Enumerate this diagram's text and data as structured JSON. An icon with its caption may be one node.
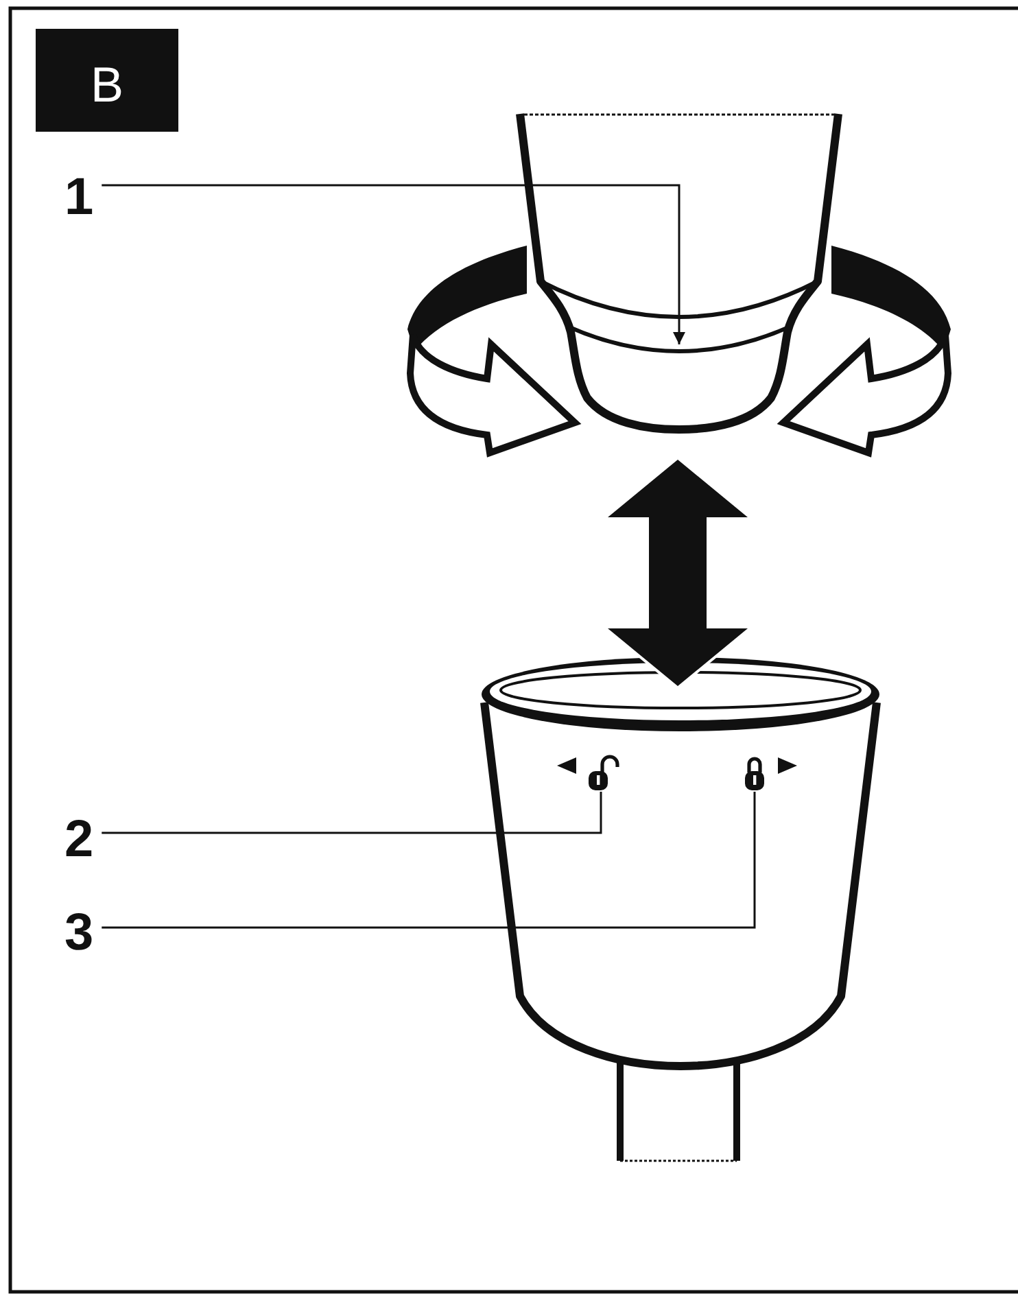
{
  "diagram": {
    "nodes": [
      {
        "text": [
          "B"
        ]
      },
      {
        "text": [
          "1"
        ]
      },
      {
        "text": [],
        "shape": "picture"
      },
      {
        "text": [
          "2"
        ]
      },
      {
        "text": [],
        "shape": "picture"
      },
      {
        "text": [
          "3"
        ]
      },
      {
        "text": [],
        "shape": "picture"
      }
    ],
    "edges": [
      {
        "from": 1,
        "to": 2,
        "arrow": "to"
      },
      {
        "from": 3,
        "to": 4,
        "arrow": "none"
      },
      {
        "from": 5,
        "to": 6,
        "arrow": "none"
      }
    ]
  }
}
